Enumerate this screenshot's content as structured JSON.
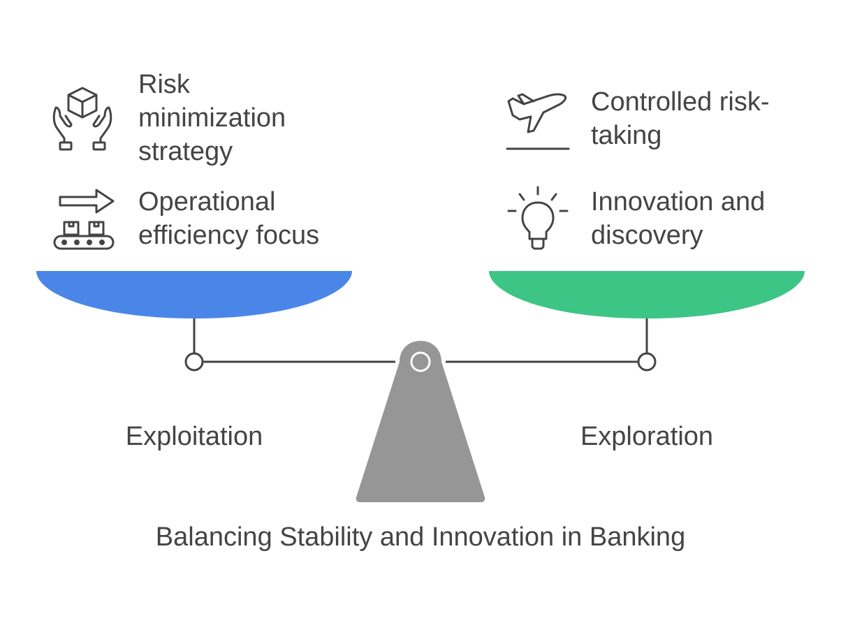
{
  "title": "Balancing Stability and Innovation in Banking",
  "left": {
    "label": "Exploitation",
    "color": "#4A86E8",
    "items": [
      {
        "text": "Risk minimization strategy",
        "icon": "hands-holding-box-icon"
      },
      {
        "text": "Operational efficiency focus",
        "icon": "conveyor-arrow-icon"
      }
    ]
  },
  "right": {
    "label": "Exploration",
    "color": "#3DC585",
    "items": [
      {
        "text": "Controlled risk-taking",
        "icon": "airplane-takeoff-icon"
      },
      {
        "text": "Innovation and discovery",
        "icon": "lightbulb-icon"
      }
    ]
  },
  "colors": {
    "fulcrum": "#969696",
    "beam": "#444444",
    "text": "#444444"
  }
}
